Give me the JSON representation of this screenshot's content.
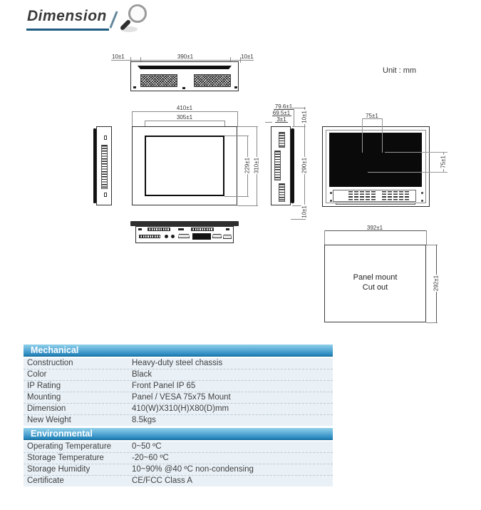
{
  "page": {
    "title": "Dimension",
    "unit_note": "Unit : mm"
  },
  "dims": {
    "top_left": "10±1",
    "top_width": "390±1",
    "top_right": "10±1",
    "front_outer_w": "410±1",
    "front_screen_w": "305±1",
    "front_screen_h": "229±1",
    "front_outer_h": "310±1",
    "side_d1": "79.6±1",
    "side_d2": "69.5±1",
    "side_d3": "3±1",
    "side_top": "10±1",
    "side_h": "290±1",
    "side_bottom": "10±1",
    "rear_vesa_w": "75±1",
    "rear_vesa_h": "75±1",
    "cut_w": "392±1",
    "cut_h": "292±1"
  },
  "cutout": {
    "line1": "Panel mount",
    "line2": "Cut out"
  },
  "tables": [
    {
      "title": "Mechanical",
      "rows": [
        {
          "label": "Construction",
          "value": "Heavy-duty steel chassis"
        },
        {
          "label": "Color",
          "value": "Black"
        },
        {
          "label": "IP Rating",
          "value": "Front Panel IP 65"
        },
        {
          "label": "Mounting",
          "value": "Panel / VESA 75x75 Mount"
        },
        {
          "label": "Dimension",
          "value": "410(W)X310(H)X80(D)mm"
        },
        {
          "label": "New Weight",
          "value": "8.5kgs"
        }
      ]
    },
    {
      "title": "Environmental",
      "rows": [
        {
          "label": "Operating Temperature",
          "value": "0~50 ºC"
        },
        {
          "label": "Storage Temperature",
          "value": "-20~60 ºC"
        },
        {
          "label": "Storage Humidity",
          "value": "10~90% @40 ºC non-condensing"
        },
        {
          "label": "Certificate",
          "value": "CE/FCC Class A"
        }
      ]
    }
  ],
  "colors": {
    "accent_blue": "#2383ba",
    "header_gradient_top": "#90d0ea",
    "header_gradient_bottom": "#176991",
    "row_background": "#e9f1f7",
    "title_underline": "#1f5c80",
    "drawing_line": "#2e2e2e"
  }
}
